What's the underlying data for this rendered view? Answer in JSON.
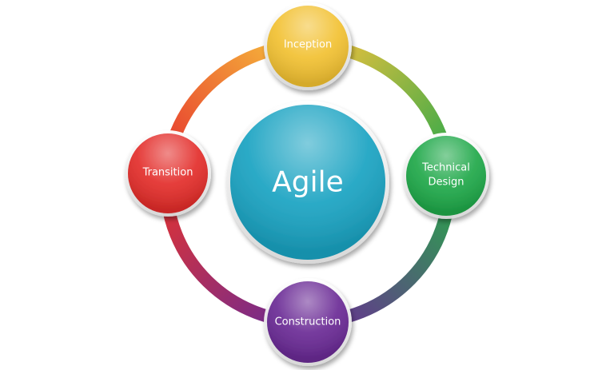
{
  "diagram": {
    "center": {
      "label": "Agile",
      "color": "#1aa3c2"
    },
    "nodes": [
      {
        "id": "inception",
        "lines": [
          "Inception"
        ],
        "color": "#f2c132"
      },
      {
        "id": "technical-design",
        "lines": [
          "Technical",
          "Design"
        ],
        "color": "#1fa849"
      },
      {
        "id": "construction",
        "lines": [
          "Construction"
        ],
        "color": "#6a2a95"
      },
      {
        "id": "transition",
        "lines": [
          "Transition"
        ],
        "color": "#e32d2a"
      }
    ],
    "ring_colors": {
      "top_right": [
        "#f7c23c",
        "#29a84a"
      ],
      "bottom_right": [
        "#29a84a",
        "#6a2a95"
      ],
      "bottom_left": [
        "#6a2a95",
        "#e6332e"
      ],
      "top_left": [
        "#e6332e",
        "#f7c23c"
      ]
    }
  }
}
